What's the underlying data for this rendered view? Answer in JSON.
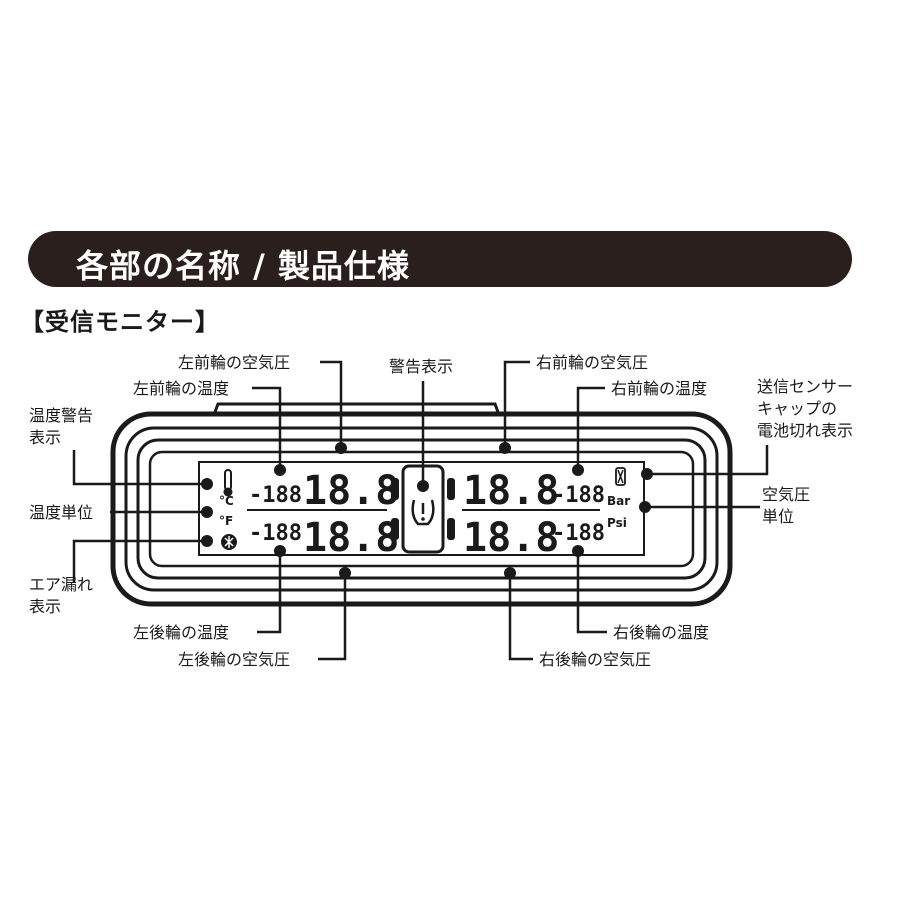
{
  "title": "各部の名称 / 製品仕様",
  "subtitle": "【受信モニター】",
  "display": {
    "small_left_top": "-188",
    "small_left_bottom": "-188",
    "big_left_top": "18.8",
    "big_left_bottom": "18.8",
    "big_right_top": "18.8",
    "big_right_bottom": "18.8",
    "small_right_top": "-188",
    "small_right_bottom": "-188",
    "unit_c": "°C",
    "unit_f": "°F",
    "unit_bar": "Bar",
    "unit_psi": "Psi"
  },
  "labels": {
    "fl_pressure": "左前輪の空気圧",
    "fl_temp": "左前輪の温度",
    "warning": "警告表示",
    "fr_pressure": "右前輪の空気圧",
    "fr_temp": "右前輪の温度",
    "battery_1": "送信センサー",
    "battery_2": "キャップの",
    "battery_3": "電池切れ表示",
    "temp_warn_1": "温度警告",
    "temp_warn_2": "表示",
    "temp_unit": "温度単位",
    "air_leak_1": "エア漏れ",
    "air_leak_2": "表示",
    "pressure_unit_1": "空気圧",
    "pressure_unit_2": "単位",
    "rl_temp": "左後輪の温度",
    "rl_pressure": "左後輪の空気圧",
    "rr_temp": "右後輪の温度",
    "rr_pressure": "右後輪の空気圧"
  },
  "icons": [
    "thermometer-icon",
    "leak-icon",
    "tpms-warning-icon",
    "battery-icon"
  ]
}
